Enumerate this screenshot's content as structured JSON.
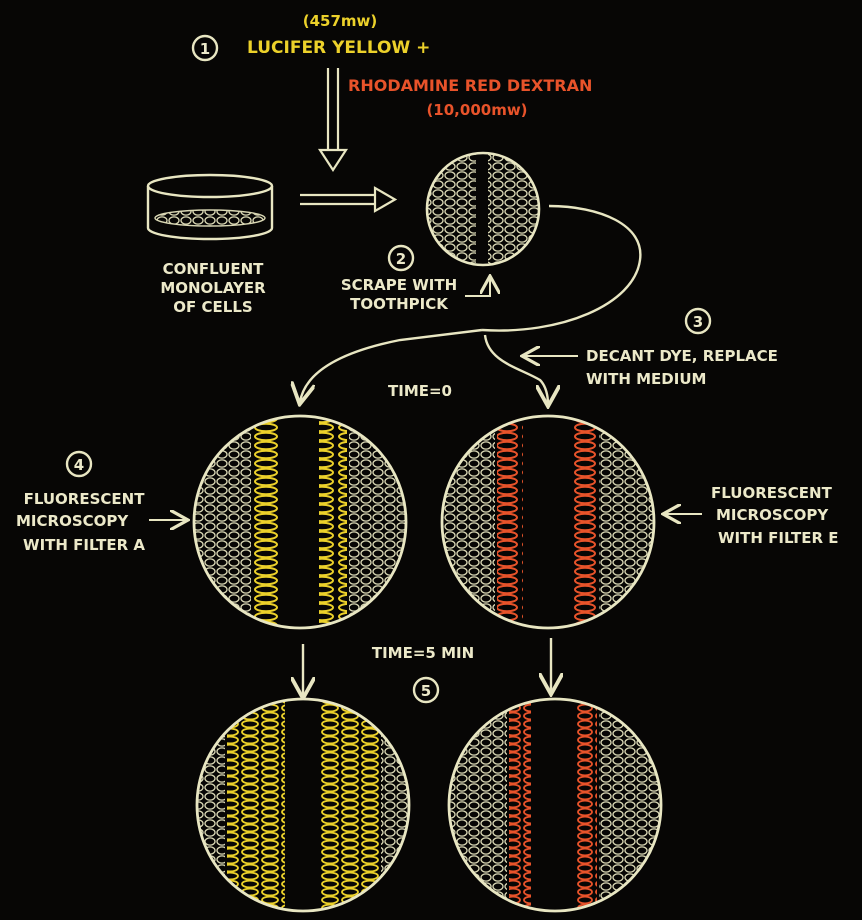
{
  "colors": {
    "background": "#070605",
    "line": "#e8e6c2",
    "lucifer_yellow": "#ecd12a",
    "rhodamine_red": "#e8532a"
  },
  "step1": {
    "number": "1",
    "mw_top": "(457mw)",
    "dye1": "LUCIFER YELLOW +",
    "dye2": "RHODAMINE RED DEXTRAN",
    "mw_bottom": "(10,000mw)"
  },
  "dish": {
    "label": [
      "CONFLUENT",
      "MONOLAYER",
      "OF CELLS"
    ]
  },
  "step2": {
    "number": "2",
    "label": [
      "SCRAPE WITH",
      "TOOTHPICK"
    ]
  },
  "step3": {
    "number": "3",
    "label": [
      "DECANT DYE, REPLACE",
      "WITH MEDIUM"
    ]
  },
  "time0": "TIME=0",
  "step4": {
    "number": "4",
    "left_label": [
      "FLUORESCENT",
      "MICROSCOPY",
      "WITH FILTER A"
    ],
    "right_label": [
      "FLUORESCENT",
      "MICROSCOPY",
      "WITH FILTER E"
    ]
  },
  "time5": "TIME=5 MIN",
  "step5": {
    "number": "5"
  }
}
